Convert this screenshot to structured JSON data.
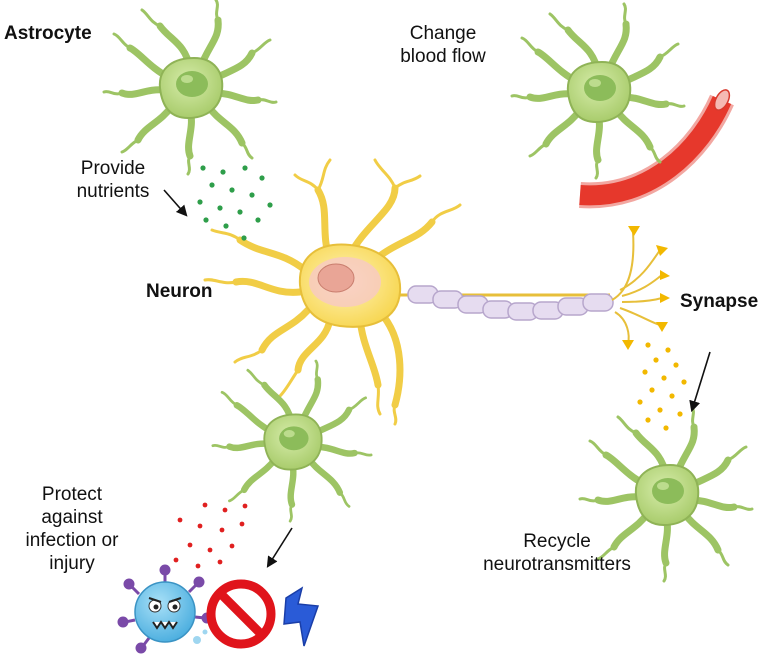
{
  "labels": {
    "astrocyte": "Astrocyte",
    "change_blood_flow_1": "Change",
    "change_blood_flow_2": "blood flow",
    "provide_nutrients_1": "Provide",
    "provide_nutrients_2": "nutrients",
    "neuron": "Neuron",
    "synapse": "Synapse",
    "protect_1": "Protect",
    "protect_2": "against",
    "protect_3": "infection or",
    "protect_4": "injury",
    "recycle_1": "Recycle",
    "recycle_2": "neurotransmitters"
  },
  "colors": {
    "astrocyte_fill": "#b5d67a",
    "astrocyte_stroke": "#8fb356",
    "astrocyte_nucleus": "#8cbc5a",
    "neuron_fill": "#fbe27a",
    "neuron_stroke": "#e7bf3a",
    "neuron_nucleus": "#e9a596",
    "myelin_fill": "#e6dcf0",
    "myelin_stroke": "#b7a6cc",
    "vessel_fill": "#e6382c",
    "vessel_edge": "#f2a7a1",
    "nutrient_dots": "#2e9e4a",
    "neurotransmitter_dots": "#f2b800",
    "protect_dots": "#e02020",
    "virus_fill": "#6fc3ea",
    "virus_spikes": "#7a4aa8",
    "prohibit_red": "#e0141b",
    "lightning_blue": "#2a5bd7",
    "arrow": "#111111"
  },
  "icons": {
    "virus": "virus-icon",
    "prohibit": "prohibit-icon",
    "injury": "lightning-icon"
  }
}
